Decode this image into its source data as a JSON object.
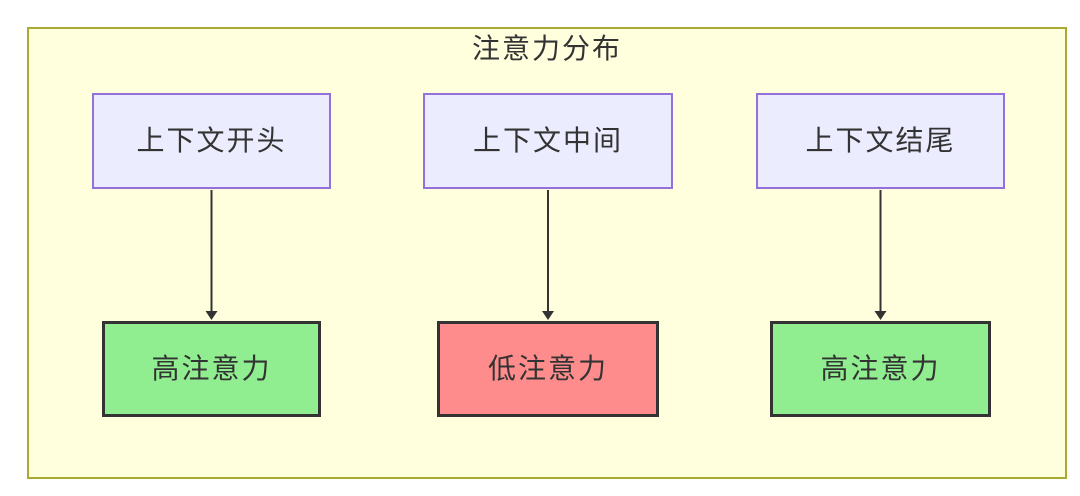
{
  "diagram": {
    "title": "注意力分布",
    "columns": [
      {
        "id": "start",
        "source": "上下文开头",
        "target": "高注意力",
        "level": "high"
      },
      {
        "id": "middle",
        "source": "上下文中间",
        "target": "低注意力",
        "level": "low"
      },
      {
        "id": "end",
        "source": "上下文结尾",
        "target": "高注意力",
        "level": "high"
      }
    ],
    "colors": {
      "container_bg": "#ffffde",
      "container_border": "#aaaa33",
      "context_node_bg": "#ececff",
      "context_node_border": "#9370db",
      "high_attention_bg": "#90ee90",
      "low_attention_bg": "#ff8c8c",
      "attention_node_border": "#333333",
      "arrow": "#333333",
      "text": "#333333"
    }
  }
}
